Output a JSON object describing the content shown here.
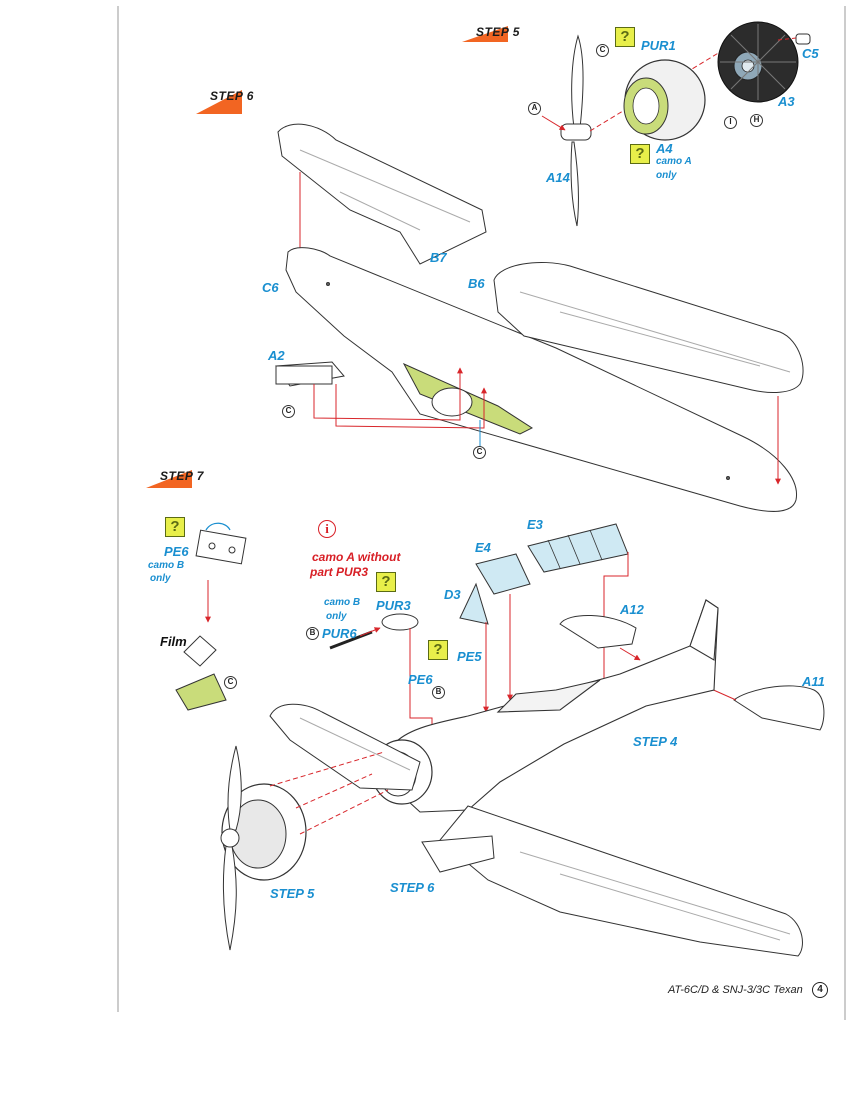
{
  "steps": {
    "step5": "STEP 5",
    "step6": "STEP 6",
    "step7": "STEP 7"
  },
  "step5_parts": {
    "pur1": "PUR1",
    "c5": "C5",
    "a3": "A3",
    "a4": "A4",
    "a4_note_line1": "camo A",
    "a4_note_line2": "only",
    "a14": "A14",
    "badge_c": "C",
    "badge_a": "A",
    "badge_i": "I",
    "badge_h": "H"
  },
  "step6_parts": {
    "b7": "B7",
    "c6": "C6",
    "b6": "B6",
    "a2": "A2",
    "badge_c": "C"
  },
  "step7_parts": {
    "pe6": "PE6",
    "pe6_note_line1": "camo B",
    "pe6_note_line2": "only",
    "film": "Film",
    "warning_line1": "camo A without",
    "warning_line2": "part PUR3",
    "pur3_note_line1": "camo B",
    "pur3_note_line2": "only",
    "pur3": "PUR3",
    "pur6": "PUR6",
    "e3": "E3",
    "e4": "E4",
    "d3": "D3",
    "a12": "A12",
    "a11": "A11",
    "pe5": "PE5",
    "pe6_b": "PE6",
    "step4_ref": "STEP 4",
    "step5_ref": "STEP 5",
    "step6_ref": "STEP 6",
    "badge_b": "B",
    "badge_c": "C"
  },
  "icons": {
    "question": "?",
    "info": "i"
  },
  "footer": {
    "title": "AT-6C/D & SNJ-3/3C Texan",
    "page": "4"
  },
  "colors": {
    "part_label": "#1a8fd0",
    "warning": "#d81f26",
    "step_banner": "#f26522",
    "resin_highlight": "#c9dc7a",
    "clear_part": "#cfe9f3",
    "arrow": "#d8262b"
  }
}
